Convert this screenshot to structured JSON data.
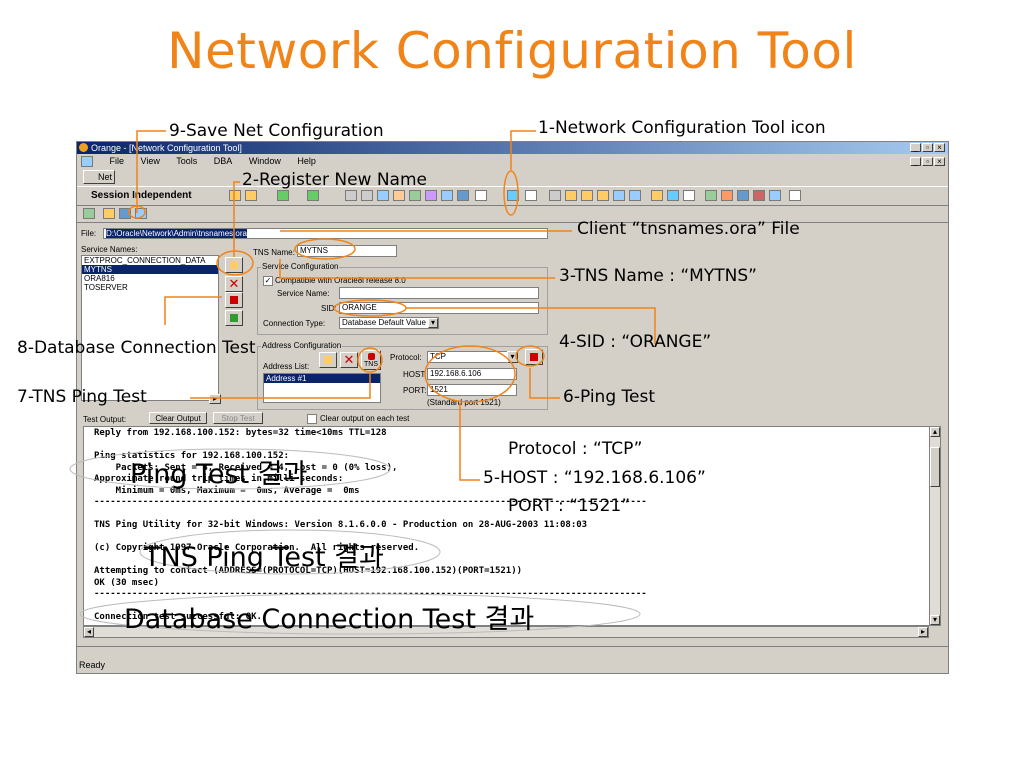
{
  "slide": {
    "title": "Network Configuration Tool",
    "callouts": {
      "c1": "1-Network Configuration Tool icon",
      "c2": "2-Register New Name",
      "c3": "3-TNS Name : “MYTNS”",
      "c4": "4-SID : “ORANGE”",
      "c5_protocol": "Protocol : “TCP”",
      "c5_host": "5-HOST : “192.168.6.106”",
      "c5_port": "PORT : “1521”",
      "c6": "6-Ping Test",
      "c7": "7-TNS Ping Test",
      "c8": "8-Database Connection Test",
      "c9": "9-Save Net Configuration",
      "client_file": "Client “tnsnames.ora” File",
      "ping_result": "Ping Test 결과",
      "tnsping_result": "TNS Ping Test 결과",
      "db_result": "Database Connection Test 결과"
    },
    "accent": "#f08418"
  },
  "app": {
    "title": "Orange - [Network Configuration Tool]",
    "caption_buttons": [
      "_",
      "▫",
      "×"
    ],
    "menu": [
      "File",
      "View",
      "Tools",
      "DBA",
      "Window",
      "Help"
    ],
    "tab": "Net",
    "session": "Session Independent",
    "file_label": "File:",
    "file_path": "D:\\Oracle\\Network\\Admin\\tnsnames.ora",
    "service_names_label": "Service Names:",
    "service_names": [
      "EXTPROC_CONNECTION_DATA",
      "MYTNS",
      "ORA816",
      "TOSERVER"
    ],
    "selected_service": "MYTNS",
    "tns_name_label": "TNS Name:",
    "tns_name": "MYTNS",
    "service_config_label": "Service Configuration",
    "compatible_label": "Compatible with Oracle8i release 8.0",
    "service_name_label": "Service Name:",
    "service_name": "",
    "sid_label": "SID:",
    "sid": "ORANGE",
    "connection_type_label": "Connection Type:",
    "connection_type": "Database Default Value",
    "address_config_label": "Address Configuration",
    "address_list_label": "Address List:",
    "address_items": [
      "Address #1"
    ],
    "protocol_label": "Protocol:",
    "protocol": "TCP",
    "host_label": "HOST:",
    "host": "192.168.6.106",
    "port_label": "PORT:",
    "port": "1521",
    "standard_port": "(Standard port 1521)",
    "test_output_label": "Test Output:",
    "clear_output": "Clear Output",
    "stop_test": "Stop Test",
    "clear_each_test": "Clear output on each test",
    "tns_badge": "TNS",
    "output_lines": [
      "Reply from 192.168.100.152: bytes=32 time<10ms TTL=128",
      "",
      "Ping statistics for 192.168.100.152:",
      "    Packets: Sent = 4, Received = 4, Lost = 0 (0% loss),",
      "Approximate round trip times in milli-seconds:",
      "    Minimum = 0ms, Maximum =  0ms, Average =  0ms",
      "------------------------------------------------------------------------------------------------------",
      "",
      "TNS Ping Utility for 32-bit Windows: Version 8.1.6.0.0 - Production on 28-AUG-2003 11:08:03",
      "",
      "(c) Copyright 1997 Oracle Corporation.  All rights reserved.",
      "",
      "Attempting to contact (ADDRESS=(PROTOCOL=TCP)(HOST=192.168.100.152)(PORT=1521))",
      "OK (30 msec)",
      "------------------------------------------------------------------------------------------------------",
      "",
      "Connection test successful: OK."
    ],
    "status": "Ready"
  }
}
